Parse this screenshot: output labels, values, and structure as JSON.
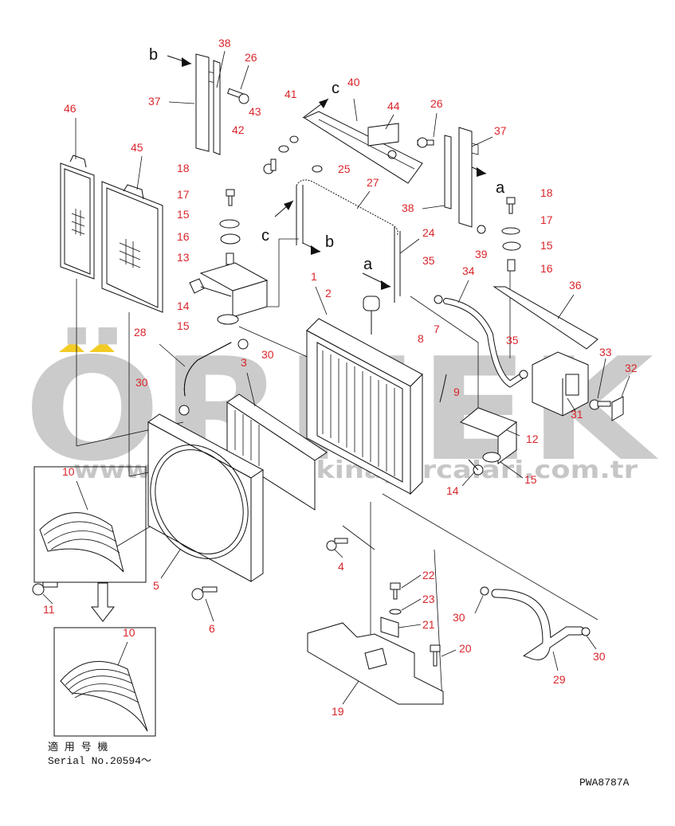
{
  "diagram": {
    "code": "PWA8787A",
    "note_line1": "適 用 号 機",
    "note_line2": "Serial No.20594〜",
    "watermark": {
      "logo": "ÖRNEK",
      "url": "www.orneksmakinaparcalari.com.tr",
      "color": "#bfbfbf",
      "accent": "#f2c200"
    },
    "colors": {
      "callout": "#d9262b",
      "line": "#111111"
    },
    "view_letters": [
      "b",
      "c",
      "a",
      "c",
      "b",
      "a"
    ],
    "labels": [
      "1",
      "2",
      "3",
      "4",
      "5",
      "6",
      "7",
      "8",
      "9",
      "10",
      "10",
      "11",
      "12",
      "13",
      "14",
      "14",
      "15",
      "15",
      "15",
      "15",
      "16",
      "16",
      "17",
      "17",
      "18",
      "18",
      "19",
      "20",
      "21",
      "22",
      "23",
      "24",
      "25",
      "26",
      "26",
      "27",
      "28",
      "29",
      "30",
      "30",
      "30",
      "30",
      "31",
      "32",
      "33",
      "34",
      "35",
      "35",
      "36",
      "37",
      "37",
      "38",
      "38",
      "39",
      "40",
      "41",
      "42",
      "43",
      "44",
      "45",
      "46"
    ]
  }
}
